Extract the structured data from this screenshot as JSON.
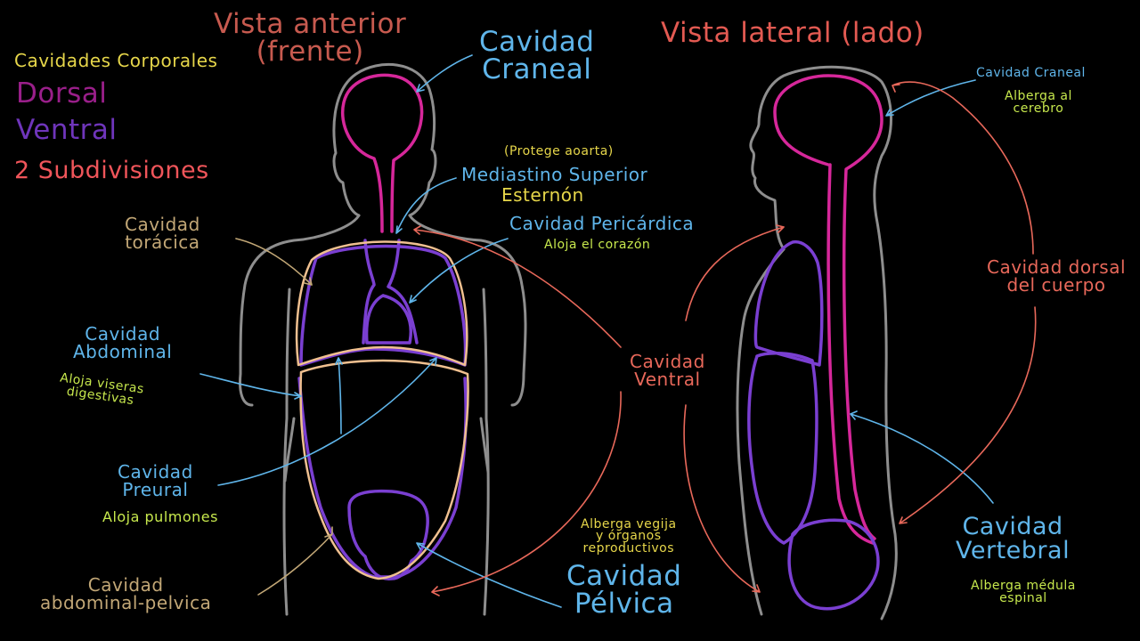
{
  "colors": {
    "background": "#000000",
    "body_outline": "#8e8e8e",
    "dorsal": "#d6279a",
    "ventral": "#7a3fd1",
    "salmon": "#e8685a",
    "blue": "#5fb5ea",
    "gold": "#c2a776",
    "yellow": "#e6d64a",
    "lime": "#c7e84d",
    "peach": "#f0c090",
    "title_red": "#c75a4f"
  },
  "diagram": {
    "titles": {
      "anterior": "Vista anterior\n(frente)",
      "lateral": "Vista lateral (lado)"
    },
    "legend": {
      "heading": "Cavidades Corporales",
      "dorsal": "Dorsal",
      "ventral": "Ventral",
      "subdivisions": "2 Subdivisiones"
    },
    "anterior_labels": {
      "cavidad_craneal": "Cavidad\nCraneal",
      "protege": "(Protege aoarta)",
      "mediastino": "Mediastino Superior",
      "esternon": "Esternón",
      "pericardica": "Cavidad Pericárdica",
      "aloja_corazon": "Aloja el corazón",
      "toracica": "Cavidad\ntorácica",
      "abdominal": "Cavidad\nAbdominal",
      "aloja_viseras": "Aloja viseras\ndigestivas",
      "pleural": "Cavidad\nPreural",
      "aloja_pulmones": "Aloja pulmones",
      "abdominal_pelvica": "Cavidad\nabdominal-pelvica",
      "ventral": "Cavidad\nVentral",
      "alberga_vejiga": "Alberga vegija\ny órganos\nreproductivos",
      "pelvica": "Cavidad\nPélvica"
    },
    "lateral_labels": {
      "craneal": "Cavidad Craneal",
      "alberga_cerebro": "Alberga al\ncerebro",
      "dorsal_cuerpo": "Cavidad dorsal\ndel cuerpo",
      "vertebral": "Cavidad\nVertebral",
      "alberga_medula": "Alberga médula\nespinal"
    }
  }
}
